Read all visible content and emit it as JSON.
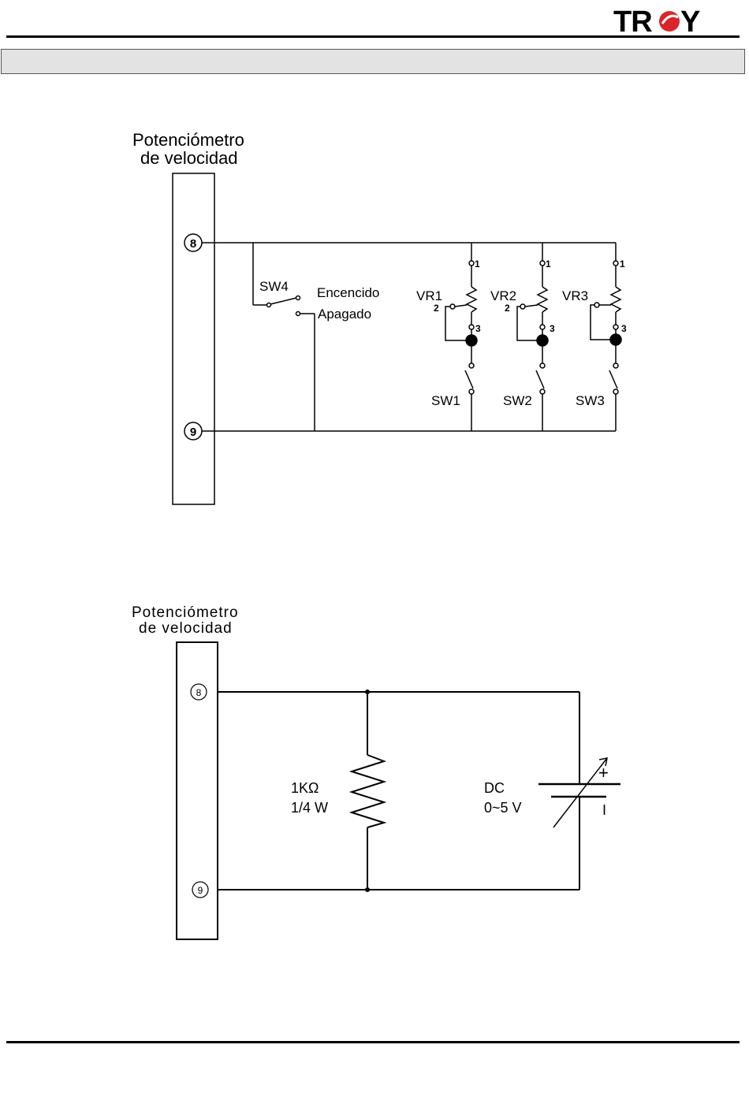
{
  "header": {
    "logo_text": "TROY",
    "brand_color": "#d8262a"
  },
  "diagram1": {
    "title_line1": "Potenciómetro",
    "title_line2": "de velocidad",
    "terminal_8": "8",
    "terminal_9": "9",
    "sw4_label": "SW4",
    "on_label": "Encencido",
    "off_label": "Apagado",
    "branches": [
      {
        "vr": "VR1",
        "sw": "SW1",
        "pin1": "1",
        "pin2": "2",
        "pin3": "3"
      },
      {
        "vr": "VR2",
        "sw": "SW2",
        "pin1": "1",
        "pin2": "2",
        "pin3": "3"
      },
      {
        "vr": "VR3",
        "sw": "SW3",
        "pin1": "1",
        "pin2": "",
        "pin3": "3"
      }
    ]
  },
  "diagram2": {
    "title_line1": "Potenciómetro",
    "title_line2": "de velocidad",
    "terminal_8": "8",
    "terminal_9": "9",
    "resistor_value": "1KΩ",
    "resistor_power": "1/4 W",
    "source_label": "DC",
    "source_range": "0~5 V",
    "plus": "+",
    "minus": "I"
  }
}
